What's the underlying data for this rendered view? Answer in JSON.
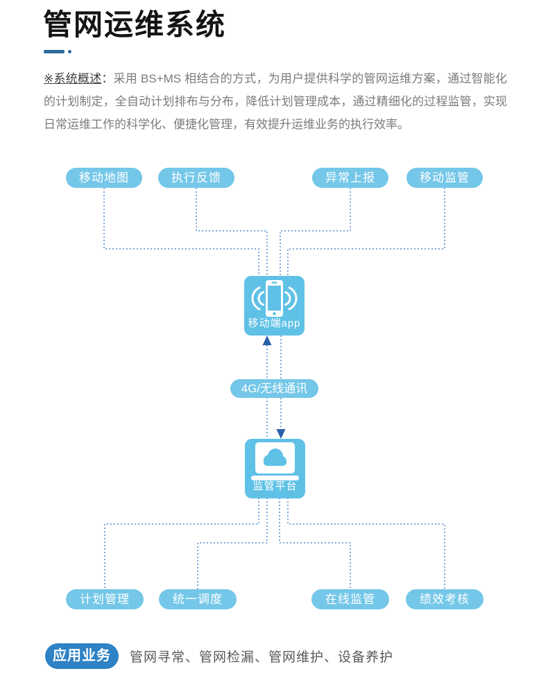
{
  "header": {
    "title": "管网运维系统"
  },
  "overview": {
    "label": "※系统概述",
    "colon": "：",
    "text": "采用 BS+MS  相结合的方式，为用户提供科学的管网运维方案，通过智能化的计划制定，全自动计划排布与分布，降低计划管理成本，通过精细化的过程监管，实现日常运维工作的科学化、便捷化管理，有效提升运维业务的执行效率。"
  },
  "diagram": {
    "top_nodes": [
      {
        "label": "移动地图"
      },
      {
        "label": "执行反馈"
      },
      {
        "label": "异常上报"
      },
      {
        "label": "移动监管"
      }
    ],
    "mobile_node": {
      "label": "移动端app"
    },
    "link_label": "4G/无线通讯",
    "platform_node": {
      "label": "监管平台"
    },
    "bottom_nodes": [
      {
        "label": "计划管理"
      },
      {
        "label": "统一调度"
      },
      {
        "label": "在线监管"
      },
      {
        "label": "绩效考核"
      }
    ]
  },
  "footer": {
    "badge_label": "应用业务",
    "services_text": "管网寻常、管网检漏、管网维护、设备养护"
  },
  "colors": {
    "node_blue": "#74c7e8",
    "box_blue": "#5fc1e6",
    "connector_blue": "#7fa8da",
    "arrow_navy": "#2a5ea9",
    "badge_blue": "#2e82c5",
    "accent_dash": "#2e6b9d"
  }
}
